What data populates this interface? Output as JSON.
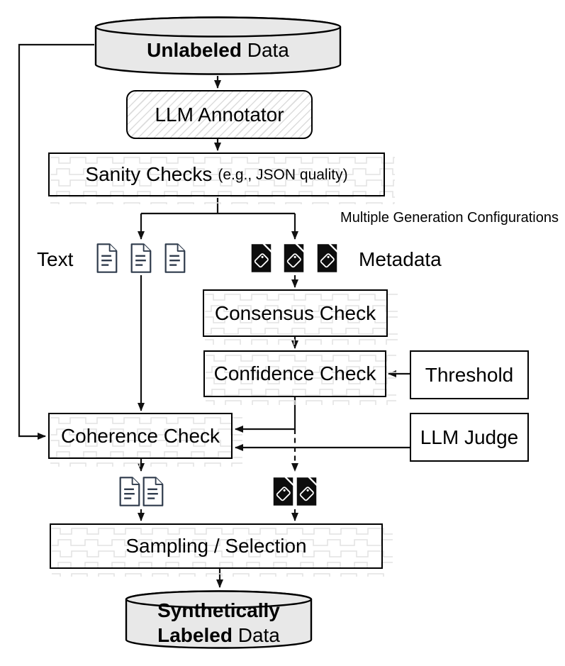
{
  "colors": {
    "cylinder_fill": "#e8e8e8",
    "doc_icon_stroke": "#2f3b4c",
    "tag_icon_fill": "#0d0d0d",
    "pattern_line": "#e2e2e2",
    "hatch_line": "#dcdcdc",
    "connector": "#111111"
  },
  "nodes": {
    "unlabeled_data": {
      "bold": "Unlabeled",
      "rest": " Data"
    },
    "llm_annotator": {
      "label": "LLM Annotator"
    },
    "sanity_checks": {
      "label": "Sanity Checks",
      "sub": "(e.g., JSON quality)"
    },
    "consensus_check": {
      "label": "Consensus Check"
    },
    "confidence_check": {
      "label": "Confidence Check"
    },
    "threshold": {
      "label": "Threshold"
    },
    "coherence_check": {
      "label": "Coherence Check"
    },
    "llm_judge": {
      "label": "LLM Judge"
    },
    "sampling_selection": {
      "label": "Sampling / Selection"
    },
    "synthetically_labeled_data": {
      "bold_line1": "Synthetically",
      "bold_line2": "Labeled",
      "rest_line2": " Data"
    }
  },
  "annotations": {
    "multiple_generation_configurations": "Multiple Generation Configurations",
    "text_branch_label": "Text",
    "metadata_branch_label": "Metadata"
  },
  "icons": {
    "document_icon": "text-document-page",
    "tag_icon": "metadata-tag-document",
    "document_count_generated": 3,
    "tag_count_generated": 3,
    "document_count_filtered": 2,
    "tag_count_filtered": 2
  }
}
